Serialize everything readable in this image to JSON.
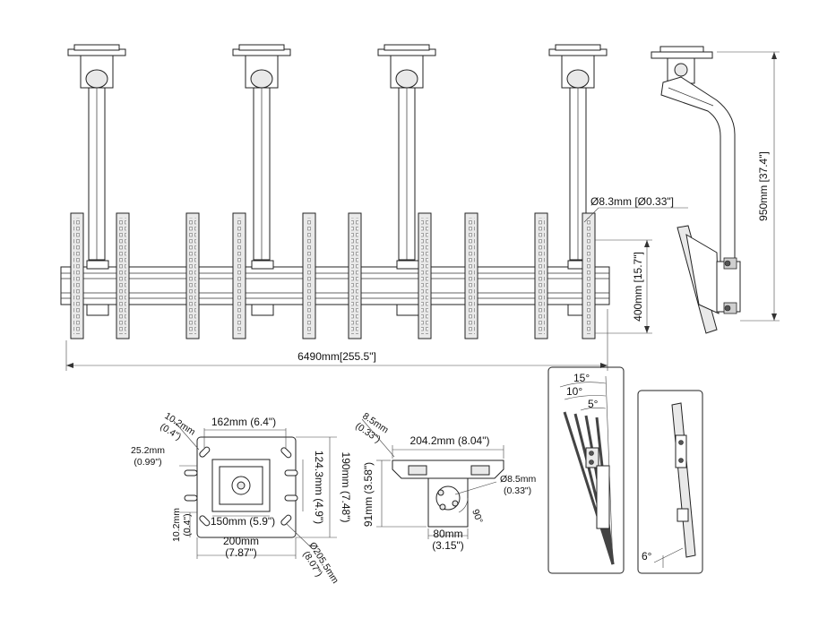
{
  "front_view": {
    "width_label": "6490mm[255.5\"]",
    "height_label": "400mm [15.7\"]",
    "hole_label": "Ø8.3mm [Ø0.33\"]"
  },
  "side_view": {
    "height_label": "950mm [37.4\"]"
  },
  "ceiling_plate": {
    "label_10_2_top_a": "10.2mm",
    "label_10_2_top_b": "(0.4\")",
    "label_162": "162mm (6.4\")",
    "label_25_2_a": "25.2mm",
    "label_25_2_b": "(0.99\")",
    "label_124": "124.3mm (4.9\")",
    "label_190": "190mm (7.48\")",
    "label_150": "150mm (5.9\")",
    "label_10_2_side_a": "10.2mm",
    "label_10_2_side_b": "(0.4\")",
    "label_200_a": "200mm",
    "label_200_b": "(7.87\")",
    "label_205_a": "Ø205.5mm",
    "label_205_b": "(8.07\")"
  },
  "bracket_detail": {
    "label_8_5_a": "8.5mm",
    "label_8_5_b": "(0.33\")",
    "label_204": "204.2mm (8.04\")",
    "label_91": "91mm (3.58\")",
    "label_hole_a": "Ø8.5mm",
    "label_hole_b": "(0.33\")",
    "label_angle": "90°",
    "label_80_a": "80mm",
    "label_80_b": "(3.15\")"
  },
  "tilt_detail": {
    "angle_15": "15°",
    "angle_10": "10°",
    "angle_5": "5°",
    "angle_6": "6°"
  }
}
